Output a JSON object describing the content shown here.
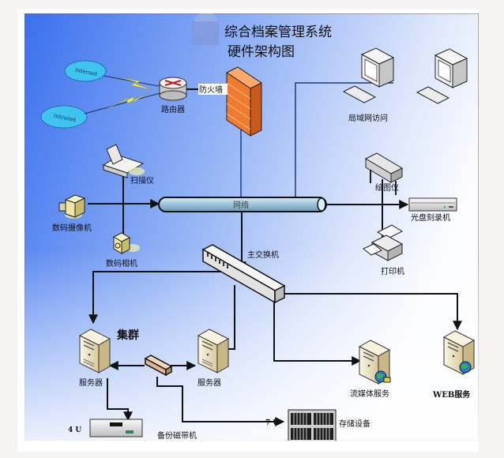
{
  "title": {
    "line1": "综合档案管理系统",
    "line2": "硬件架构图"
  },
  "clouds": [
    {
      "id": "internet",
      "label": "internet"
    },
    {
      "id": "intranet",
      "label": "intranet"
    }
  ],
  "nodes": {
    "router": "路由器",
    "firewall": "防火墙",
    "lan_access": "局域网访问",
    "scanner": "扫描仪",
    "camcorder": "数码摄像机",
    "camera": "数码相机",
    "network": "网络",
    "plotter": "绘图仪",
    "disc_burner": "光盘刻录机",
    "printer": "打印机",
    "main_switch": "主交换机",
    "cluster": "集群",
    "server_left": "服务器",
    "server_mid": "服务器",
    "streaming_server": "流媒体服务",
    "web_server": "WEB服务",
    "tape_backup": "备份磁带机",
    "tape_size": "4 U",
    "storage": "存储设备",
    "storage_size": "7 U"
  },
  "colors": {
    "bg_left": "#3f74ee",
    "bg_right": "#f4f7ff",
    "firewall": "#f07a2e",
    "cloud": "#3fc3ee",
    "lightning": "#f2f22a",
    "pipe": "#9fc6dc",
    "server": "#e9dcb8",
    "line": "#111111"
  }
}
